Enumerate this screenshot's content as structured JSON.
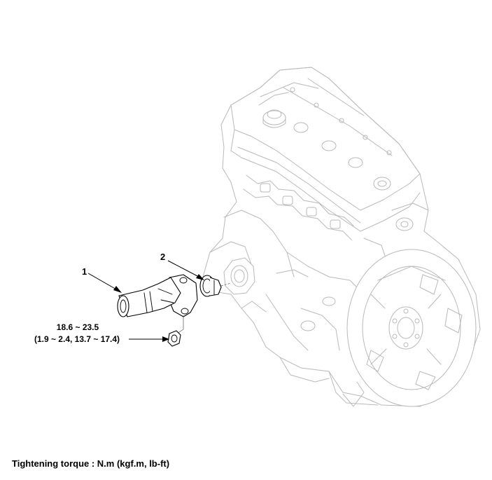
{
  "callouts": {
    "part1": "1",
    "part2": "2"
  },
  "torque": {
    "line1": "18.6 ~ 23.5",
    "line2": "(1.9 ~ 2.4, 13.7 ~ 17.4)"
  },
  "legend": {
    "text": "Tightening torque : N.m (kgf.m, lb-ft)"
  }
}
